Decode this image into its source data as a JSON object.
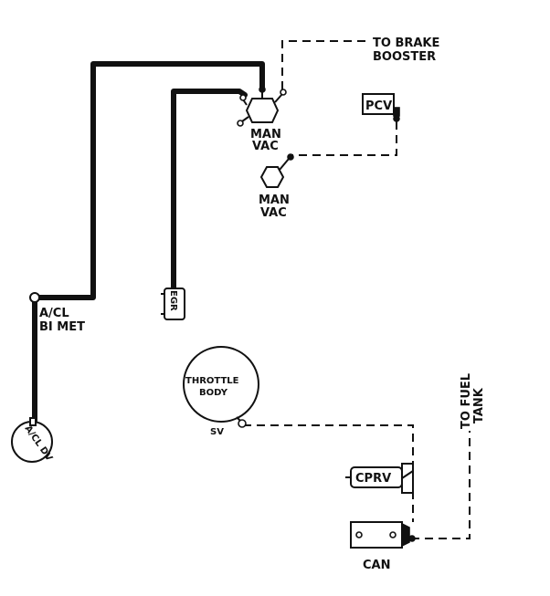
{
  "labels": {
    "to_brake_booster_1": "TO BRAKE",
    "to_brake_booster_2": "BOOSTER",
    "man_vac_top_1": "MAN",
    "man_vac_top_2": "VAC",
    "man_vac_mid_1": "MAN",
    "man_vac_mid_2": "VAC",
    "pcv": "PCV",
    "acl_bimet_1": "A/CL",
    "acl_bimet_2": "BI MET",
    "egr": "EGR",
    "throttle_body_1": "THROTTLE",
    "throttle_body_2": "BODY",
    "sv": "SV",
    "acl_dv": "A/CL DV",
    "to_fuel_tank_1": "TO FUEL",
    "to_fuel_tank_2": "TANK",
    "cprv": "CPRV",
    "can": "CAN"
  },
  "colors": {
    "ink": "#111111",
    "paper": "#ffffff"
  }
}
